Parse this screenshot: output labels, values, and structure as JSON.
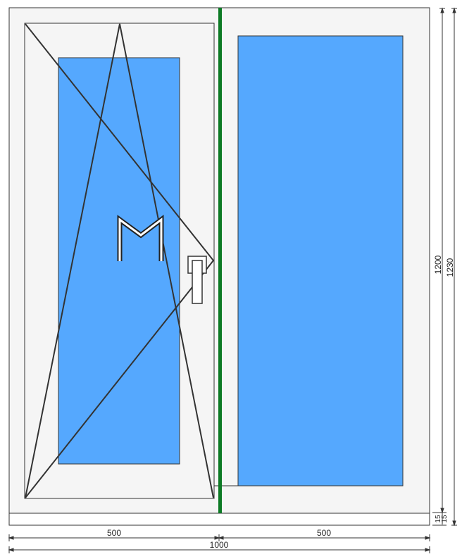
{
  "colors": {
    "frame_fill": "#f5f5f5",
    "glass": "#55a8fe",
    "mullion": "#0d7a25",
    "stroke": "#333333",
    "background": "#ffffff"
  },
  "icons": {
    "opening_mark": "casement-m-mark-icon",
    "handle": "window-handle-icon"
  },
  "dimensions": {
    "left_sash_width": "500",
    "right_sash_width": "500",
    "total_width": "1000",
    "inner_height": "1200",
    "outer_height": "1230",
    "sill_small_a": "15",
    "sill_small_b": "15"
  }
}
